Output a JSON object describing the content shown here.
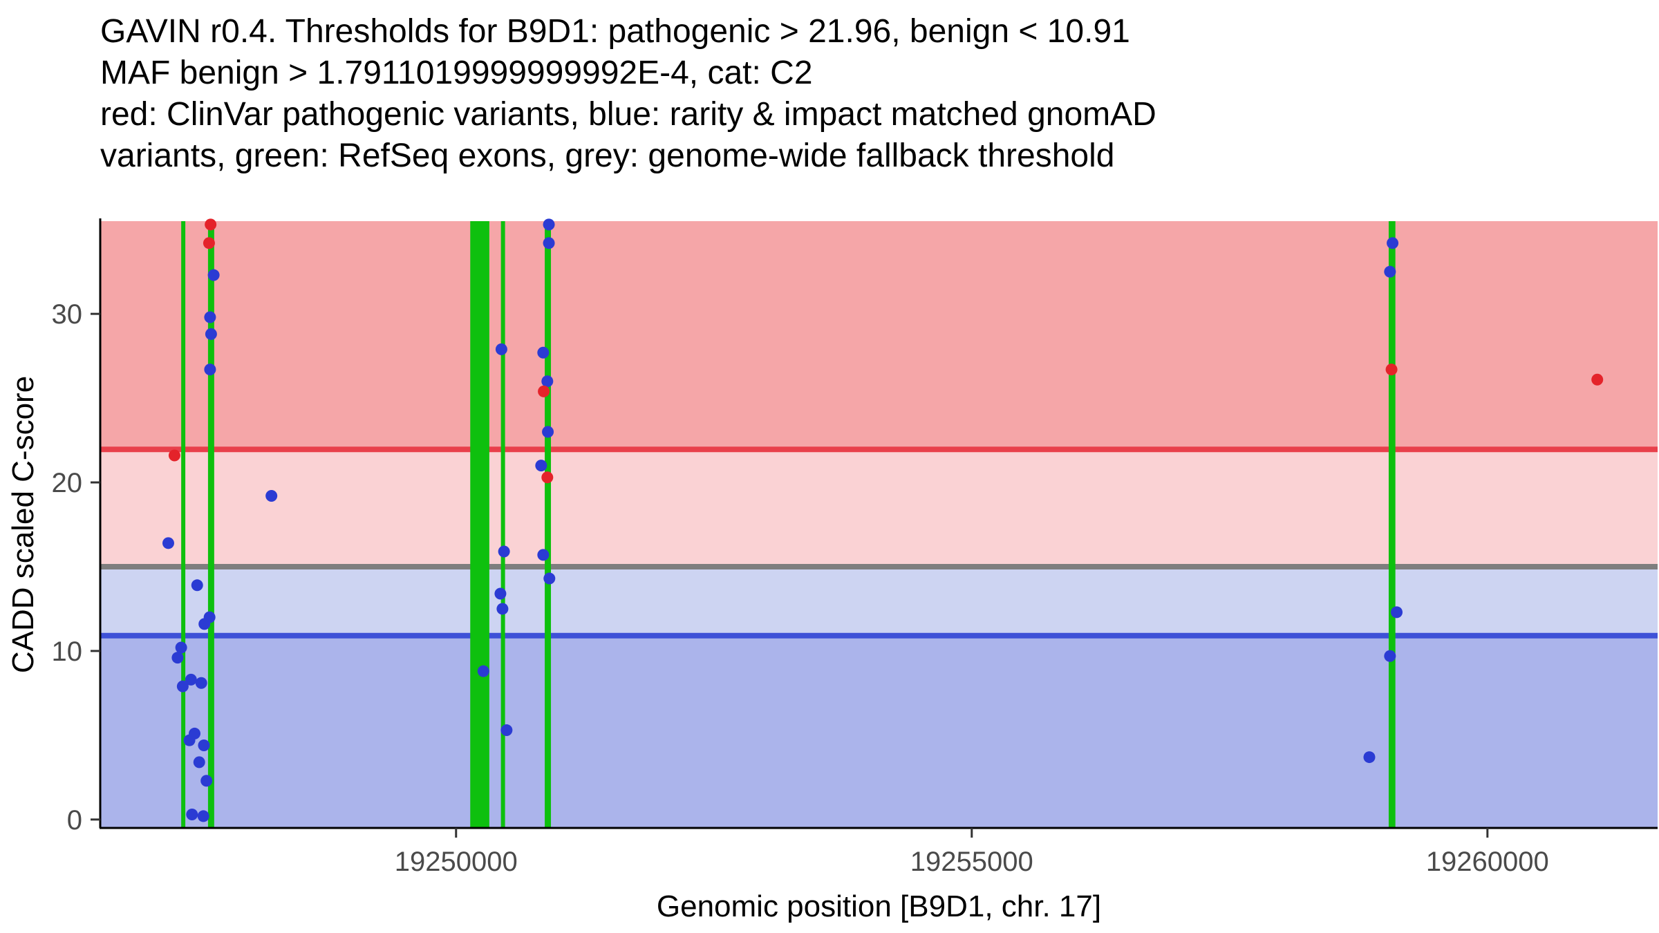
{
  "title": {
    "lines": [
      "GAVIN r0.4. Thresholds for B9D1: pathogenic > 21.96, benign < 10.91",
      "MAF benign > 1.7911019999999992E-4, cat: C2",
      "red: ClinVar pathogenic variants, blue: rarity & impact matched gnomAD",
      "variants, green: RefSeq exons, grey: genome-wide fallback threshold"
    ]
  },
  "chart_data": {
    "type": "scatter",
    "title": "GAVIN r0.4. Thresholds for B9D1: pathogenic > 21.96, benign < 10.91; MAF benign > 1.7911019999999992E-4, cat: C2",
    "xlabel": "Genomic position [B9D1, chr. 17]",
    "ylabel": "CADD scaled C-score",
    "xlim": [
      19246550,
      19261650
    ],
    "ylim": [
      -0.5,
      35.5
    ],
    "xticks": [
      19250000,
      19255000,
      19260000
    ],
    "yticks": [
      0,
      10,
      20,
      30
    ],
    "grid": false,
    "legend": "none",
    "thresholds": {
      "pathogenic_gt": 21.96,
      "benign_lt": 10.91,
      "genome_wide_fallback": 15
    },
    "bands": [
      {
        "name": "band-pathogenic-zone",
        "from": 21.96,
        "to": 35.5,
        "color": "#f5a6a8"
      },
      {
        "name": "band-vous-upper-zone",
        "from": 15.0,
        "to": 21.96,
        "color": "#fad2d4"
      },
      {
        "name": "band-vous-lower-zone",
        "from": 10.91,
        "to": 15.0,
        "color": "#cdd4f2"
      },
      {
        "name": "band-benign-zone",
        "from": -0.5,
        "to": 10.91,
        "color": "#abb4eb"
      }
    ],
    "threshold_lines": [
      {
        "name": "pathogenic-threshold-line",
        "y": 21.96,
        "color": "#e8404b"
      },
      {
        "name": "fallback-threshold-line",
        "y": 15.0,
        "color": "#7e7e7e"
      },
      {
        "name": "benign-threshold-line",
        "y": 10.91,
        "color": "#3e51d7"
      }
    ],
    "exon_color": "#0ec00e",
    "exons": [
      {
        "pos": 19247355,
        "width_bp": 40
      },
      {
        "pos": 19247625,
        "width_bp": 60
      },
      {
        "pos": 19250230,
        "width_bp": 185
      },
      {
        "pos": 19250455,
        "width_bp": 40
      },
      {
        "pos": 19250890,
        "width_bp": 60
      },
      {
        "pos": 19259075,
        "width_bp": 65
      }
    ],
    "point_colors": {
      "red": "#e4232a",
      "blue": "#2b3bd3"
    },
    "point_legend": {
      "red": "ClinVar pathogenic variants",
      "blue": "rarity & impact matched gnomAD variants"
    },
    "points": [
      {
        "x": 19247620,
        "y": 35.3,
        "c": "red"
      },
      {
        "x": 19247605,
        "y": 34.2,
        "c": "red"
      },
      {
        "x": 19247650,
        "y": 32.3,
        "c": "blue"
      },
      {
        "x": 19247615,
        "y": 29.8,
        "c": "blue"
      },
      {
        "x": 19247625,
        "y": 28.8,
        "c": "blue"
      },
      {
        "x": 19247615,
        "y": 26.7,
        "c": "blue"
      },
      {
        "x": 19247270,
        "y": 21.6,
        "c": "red"
      },
      {
        "x": 19248210,
        "y": 19.2,
        "c": "blue"
      },
      {
        "x": 19247210,
        "y": 16.4,
        "c": "blue"
      },
      {
        "x": 19247490,
        "y": 13.9,
        "c": "blue"
      },
      {
        "x": 19247610,
        "y": 12.0,
        "c": "blue"
      },
      {
        "x": 19247560,
        "y": 11.6,
        "c": "blue"
      },
      {
        "x": 19247335,
        "y": 10.2,
        "c": "blue"
      },
      {
        "x": 19247300,
        "y": 9.6,
        "c": "blue"
      },
      {
        "x": 19247430,
        "y": 8.3,
        "c": "blue"
      },
      {
        "x": 19247530,
        "y": 8.1,
        "c": "blue"
      },
      {
        "x": 19247350,
        "y": 7.9,
        "c": "blue"
      },
      {
        "x": 19247465,
        "y": 5.1,
        "c": "blue"
      },
      {
        "x": 19247415,
        "y": 4.7,
        "c": "blue"
      },
      {
        "x": 19247555,
        "y": 4.4,
        "c": "blue"
      },
      {
        "x": 19247510,
        "y": 3.4,
        "c": "blue"
      },
      {
        "x": 19247580,
        "y": 2.3,
        "c": "blue"
      },
      {
        "x": 19247440,
        "y": 0.3,
        "c": "blue"
      },
      {
        "x": 19247550,
        "y": 0.2,
        "c": "blue"
      },
      {
        "x": 19250900,
        "y": 35.3,
        "c": "blue"
      },
      {
        "x": 19250900,
        "y": 34.2,
        "c": "blue"
      },
      {
        "x": 19250440,
        "y": 27.9,
        "c": "blue"
      },
      {
        "x": 19250845,
        "y": 27.7,
        "c": "blue"
      },
      {
        "x": 19250885,
        "y": 26.0,
        "c": "blue"
      },
      {
        "x": 19250850,
        "y": 25.4,
        "c": "red"
      },
      {
        "x": 19250890,
        "y": 23.0,
        "c": "blue"
      },
      {
        "x": 19250825,
        "y": 21.0,
        "c": "blue"
      },
      {
        "x": 19250885,
        "y": 20.3,
        "c": "red"
      },
      {
        "x": 19250465,
        "y": 15.9,
        "c": "blue"
      },
      {
        "x": 19250845,
        "y": 15.7,
        "c": "blue"
      },
      {
        "x": 19250905,
        "y": 14.3,
        "c": "blue"
      },
      {
        "x": 19250430,
        "y": 13.4,
        "c": "blue"
      },
      {
        "x": 19250450,
        "y": 12.5,
        "c": "blue"
      },
      {
        "x": 19250265,
        "y": 8.8,
        "c": "blue"
      },
      {
        "x": 19250490,
        "y": 5.3,
        "c": "blue"
      },
      {
        "x": 19259080,
        "y": 34.2,
        "c": "blue"
      },
      {
        "x": 19259055,
        "y": 32.5,
        "c": "blue"
      },
      {
        "x": 19259070,
        "y": 26.7,
        "c": "red"
      },
      {
        "x": 19259120,
        "y": 12.3,
        "c": "blue"
      },
      {
        "x": 19259055,
        "y": 9.7,
        "c": "blue"
      },
      {
        "x": 19258855,
        "y": 3.7,
        "c": "blue"
      },
      {
        "x": 19261065,
        "y": 26.1,
        "c": "red"
      }
    ],
    "axis_colors": {
      "axis_line": "#000000",
      "tick_label": "#4a4a4a",
      "axis_title": "#000000"
    }
  }
}
